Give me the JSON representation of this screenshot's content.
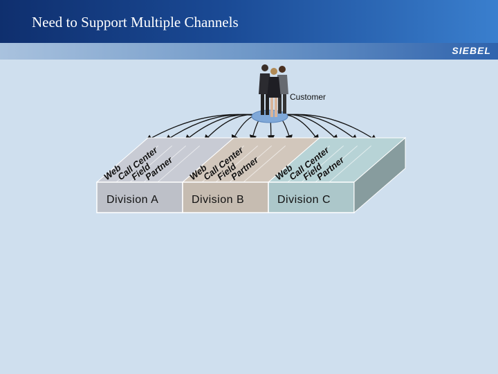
{
  "header": {
    "title": "Need to Support Multiple Channels",
    "logo_text": "SIEBEL"
  },
  "diagram": {
    "customer_label": "Customer",
    "channels": [
      "Web",
      "Call Center",
      "Field",
      "Partner"
    ],
    "divisions": [
      {
        "label": "Division A",
        "color": "#b9bcc4"
      },
      {
        "label": "Division B",
        "color": "#c2b8ae"
      },
      {
        "label": "Division C",
        "color": "#a9c3c6"
      }
    ]
  }
}
